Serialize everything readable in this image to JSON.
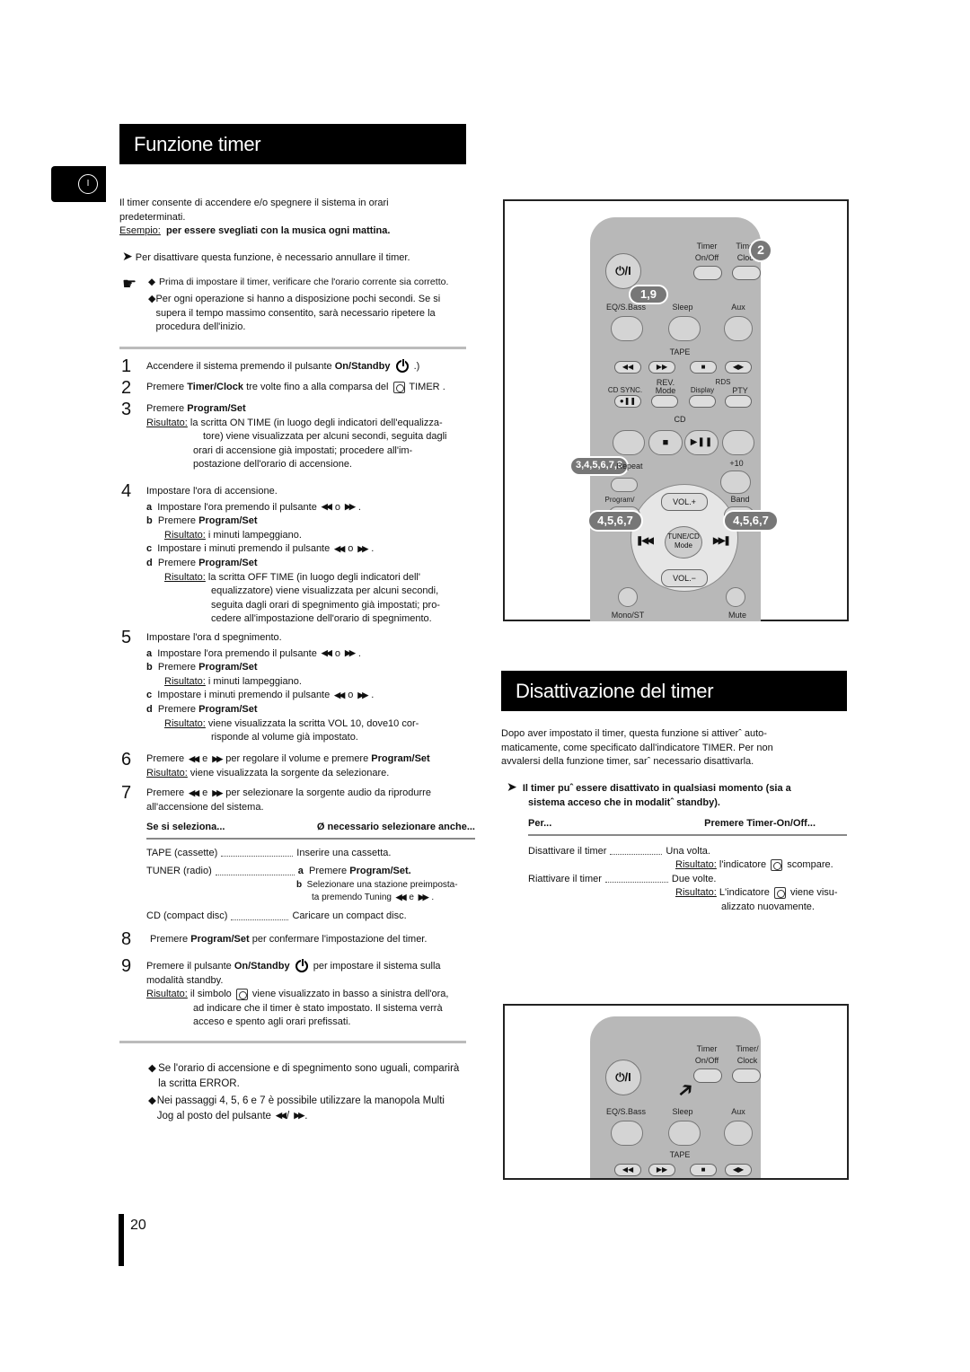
{
  "left": {
    "title": "Funzione timer",
    "lang_tab": "I",
    "intro1": "Il timer consente di accendere e/o spegnere il sistema in orari predeterminati.",
    "example_label": "Esempio:",
    "example_text": "per essere svegliati con la musica ogni mattina.",
    "note_disable": "Per disattivare questa funzione, è necessario annullare il timer.",
    "bullet1": "Prima di impostare il timer, verificare che l'orario corrente sia corretto.",
    "bullet2": "Per ogni operazione si hanno a disposizione pochi secondi. Se si supera il tempo massimo consentito, sarà necessario ripetere la procedura dell'inizio.",
    "s1_num": "1",
    "s1_text": "Accendere il sistema premendo il pulsante",
    "s1_key": "On/Standby",
    "s1_end": ".)",
    "s2_num": "2",
    "s2_text_a": "Premere",
    "s2_key": "Timer/Clock",
    "s2_text_b": "tre volte fino a alla comparsa del",
    "s2_timer": "TIMER",
    "s2_end": ".",
    "s3_num": "3",
    "s3_text": "Premere",
    "s3_key": "Program/Set",
    "s3_res_label": "Risultato:",
    "s3_res_1": "la scritta ON TIME  (in luogo degli indicatori dell'equalizza-",
    "s3_res_2": "tore) viene visualizzata per alcuni secondi, seguita dagli",
    "s3_res_3": "orari di accensione già impostati; procedere all'im-",
    "s3_res_4": "postazione dell'orario di accensione.",
    "s4_num": "4",
    "s4_text": "Impostare l'ora di accensione.",
    "s4_a_l": "a",
    "s4_a": "Impostare l'ora premendo il pulsante",
    "s4_b_l": "b",
    "s4_b": "Premere",
    "s4_b_key": "Program/Set",
    "s4_b_res_label": "Risultato:",
    "s4_b_res": "i minuti lampeggiano.",
    "s4_c_l": "c",
    "s4_c": "Impostare i minuti premendo il pulsante",
    "s4_d_l": "d",
    "s4_d": "Premere",
    "s4_d_key": "Program/Set",
    "s4_d_res_label": "Risultato:",
    "s4_d_res_1": "la scritta OFF TIME  (in luogo degli indicatori dell'",
    "s4_d_res_2": "equalizzatore) viene visualizzata per alcuni secondi,",
    "s4_d_res_3": "seguita dagli orari di spegnimento già impostati; pro-",
    "s4_d_res_4": "cedere all'impostazione dell'orario di spegnimento.",
    "s5_num": "5",
    "s5_text": "Impostare l'ora d spegnimento.",
    "s5_a_l": "a",
    "s5_a": "Impostare l'ora premendo il pulsante",
    "s5_b_l": "b",
    "s5_b": "Premere",
    "s5_b_key": "Program/Set",
    "s5_b_res_label": "Risultato:",
    "s5_b_res": "i minuti lampeggiano.",
    "s5_c_l": "c",
    "s5_c": "Impostare i minuti premendo il pulsante",
    "s5_d_l": "d",
    "s5_d": "Premere",
    "s5_d_key": "Program/Set",
    "s5_d_res_label": "Risultato:",
    "s5_d_res_1": "viene visualizzata la scritta VOL 10, dove10 cor-",
    "s5_d_res_2": "risponde al volume già impostato.",
    "s6_num": "6",
    "s6_text_a": "Premere",
    "s6_e": "e",
    "s6_text_b": "per regolare il volume e premere",
    "s6_key": "Program/Set",
    "s6_res_label": "Risultato:",
    "s6_res": "viene visualizzata la sorgente da selezionare.",
    "s7_num": "7",
    "s7_text_a": "Premere",
    "s7_e": "e",
    "s7_text_b": "per selezionare la sorgente audio da riprodurre",
    "s7_text_c": "all'accensione del sistema.",
    "tbl_h1": "Se si seleziona...",
    "tbl_h2": "Ø necessario selezionare anche...",
    "tbl_r1_k": "TAPE (cassette)",
    "tbl_r1_v": "Inserire una cassetta.",
    "tbl_r2_k": "TUNER (radio)",
    "tbl_r2_a_l": "a",
    "tbl_r2_a": "Premere",
    "tbl_r2_a_key": "Program/Set.",
    "tbl_r2_b_l": "b",
    "tbl_r2_b_1": "Selezionare una stazione preimposta-",
    "tbl_r2_b_2": "ta premendo Tuning",
    "tbl_r2_b_e": "e",
    "tbl_r3_k": "CD (compact disc)",
    "tbl_r3_v": "Caricare un compact disc.",
    "s8_num": "8",
    "s8_text_a": "Premere",
    "s8_key": "Program/Set",
    "s8_text_b": "per confermare l'impostazione del timer.",
    "s9_num": "9",
    "s9_text_a": "Premere il pulsante",
    "s9_key": "On/Standby",
    "s9_text_b": "per impostare il sistema sulla",
    "s9_text_c": "modalità standby.",
    "s9_res_label": "Risultato:",
    "s9_res_a": "il simbolo",
    "s9_res_b": "viene visualizzato in basso a sinistra dell'ora,",
    "s9_res_2": "ad indicare che il timer è stato impostato. Il sistema verrà",
    "s9_res_3": "acceso e spento agli orari prefissati.",
    "foot1": "Se l'orario di accensione e di spegnimento sono uguali, comparirà la scritta ERROR.",
    "foot2_a": "Nei passaggi 4, 5, 6 e 7 è possibile utilizzare la manopola Multi Jog al posto del pulsante",
    "page_number": "20",
    "o_word": "o",
    "slash": "/"
  },
  "right": {
    "title": "Disattivazione del timer",
    "intro_1": "Dopo aver impostato il timer, questa funzione si attiverˆ auto-",
    "intro_2": "maticamente, come specificato dall'indicatore TIMER. Per non",
    "intro_3": "avvalersi della funzione timer, sarˆ necessario disattivarla.",
    "note_1": "Il timer puˆ essere disattivato in qualsiasi momento (sia a",
    "note_2": "sistema acceso che in modalitˆ standby).",
    "tbl_h1": "Per...",
    "tbl_h2": "Premere Timer-On/Off...",
    "r1_k": "Disattivare il timer",
    "r1_v": "Una volta.",
    "r1_res_label": "Risultato:",
    "r1_res_a": "l'indicatore",
    "r1_res_b": "scompare.",
    "r2_k": "Riattivare il timer",
    "r2_v": "Due volte.",
    "r2_res_label": "Risultato:",
    "r2_res_a": "L'indicatore",
    "r2_res_b": "viene visu-",
    "r2_res_2": "alizzato nuovamente."
  },
  "remote1": {
    "timer_onoff_1": "Timer",
    "timer_onoff_2": "On/Off",
    "timer_clock_1": "Timer/",
    "timer_clock_2": "Clock",
    "power": "⏻/I",
    "eq": "EQ/S.Bass",
    "sleep": "Sleep",
    "aux": "Aux",
    "tape": "TAPE",
    "rev": "REV.",
    "mode": "Mode",
    "rds": "RDS",
    "cd_sync": "CD SYNC.",
    "display": "Display",
    "pty": "PTY",
    "cd": "CD",
    "repeat": "Repeat",
    "plus10": "+10",
    "program": "Program/",
    "vol_up": "VOL.+",
    "band": "Band",
    "tune_cd": "TUNE/CD",
    "tune_mode": "Mode",
    "vol_down": "VOL.−",
    "mono": "Mono/ST",
    "mute": "Mute",
    "c_2": "2",
    "c_19": "1,9",
    "c_3": "3,4,5,6,7,8",
    "c_4l": "4,5,6,7",
    "c_4r": "4,5,6,7"
  },
  "remote2": {
    "timer_onoff_1": "Timer",
    "timer_onoff_2": "On/Off",
    "timer_clock_1": "Timer/",
    "timer_clock_2": "Clock",
    "power": "⏻/I",
    "eq": "EQ/S.Bass",
    "sleep": "Sleep",
    "aux": "Aux",
    "tape": "TAPE"
  }
}
